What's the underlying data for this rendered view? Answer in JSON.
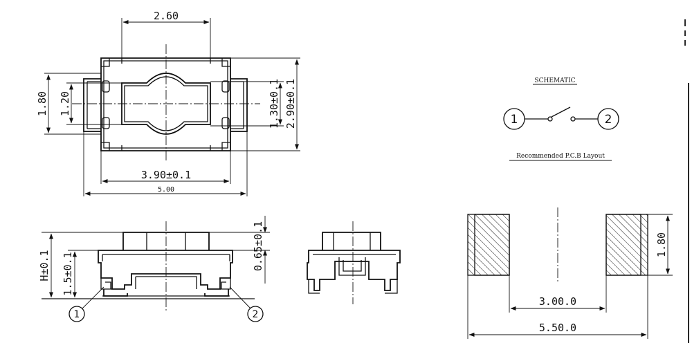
{
  "top_view": {
    "dim_width_top": "2.60",
    "dim_body_length": "3.90±0.1",
    "dim_total_length": "5.00",
    "dim_left_outer": "1.80",
    "dim_left_inner": "1.20",
    "dim_right_inner": "1.30±0.1",
    "dim_right_outer": "2.90±0.1"
  },
  "side_view": {
    "dim_height": "H±0.1",
    "dim_base_height": "1.5±0.1",
    "dim_actuator": "0.65±0.1",
    "pin_1": "1",
    "pin_2": "2"
  },
  "schematic": {
    "title": "SCHEMATIC",
    "pin_1": "1",
    "pin_2": "2"
  },
  "pcb_layout": {
    "title": "Recommended P.C.B Layout",
    "dim_pad_height": "1.80",
    "dim_inner_gap": "3.00.0",
    "dim_outer_width": "5.50.0"
  }
}
